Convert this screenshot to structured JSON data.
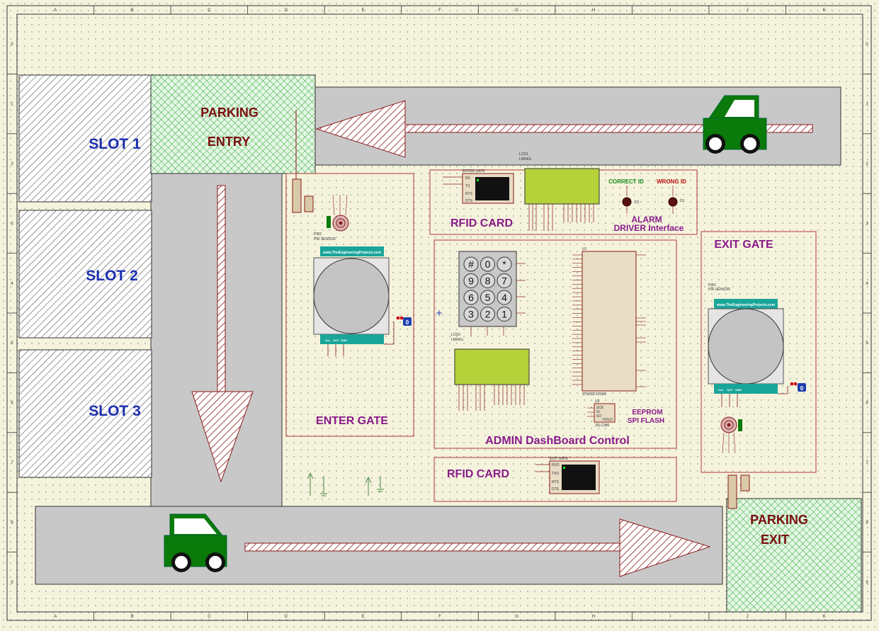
{
  "frame": {
    "columns": [
      "A",
      "B",
      "C",
      "D",
      "E",
      "F",
      "G",
      "H",
      "I",
      "J",
      "K"
    ],
    "rows": [
      "0",
      "1",
      "2",
      "3",
      "4",
      "5",
      "6",
      "7",
      "8",
      "9"
    ]
  },
  "slots": [
    "SLOT 1",
    "SLOT 2",
    "SLOT 3"
  ],
  "parking_entry": {
    "line1": "PARKING",
    "line2": "ENTRY"
  },
  "parking_exit": {
    "line1": "PARKING",
    "line2": "EXIT"
  },
  "enter_gate_panel": {
    "title": "ENTER GATE",
    "pir_label": "PIR2",
    "pir_sub": "PIR SENSOR",
    "pir_pins": [
      "Vcc",
      "OUT",
      "GND"
    ],
    "url": "www.TheEngineeringProjects.com"
  },
  "exit_gate_panel": {
    "title": "EXIT GATE",
    "pir_label": "PIR1",
    "pir_sub": "PIR SENSOR",
    "pir_pins": [
      "Vcc",
      "OUT",
      "GND"
    ],
    "url": "www.TheEngineeringProjects.com"
  },
  "rfid_top": {
    "title": "RFID CARD",
    "module_label": "ENTER GATE",
    "pins": [
      "RX",
      "TX",
      "RTS",
      "DTS"
    ]
  },
  "rfid_bottom": {
    "title": "RFID CARD",
    "module_label": "EXIT GATE",
    "pins": [
      "RXD",
      "TXD",
      "RTS",
      "DTS"
    ]
  },
  "lcd1": {
    "label": "LCD1",
    "sub": "LM041L"
  },
  "lcd3": {
    "label": "LCD3",
    "sub": "LM041L"
  },
  "alarm": {
    "correct_label": "CORRECT ID",
    "wrong_label": "WRONG ID",
    "d2": "D2",
    "d1": "D1",
    "title1": "ALARM",
    "title2": "DRIVER Interface"
  },
  "keypad": {
    "keys": [
      "#",
      "0",
      "*",
      "9",
      "8",
      "7",
      "6",
      "5",
      "4",
      "3",
      "2",
      "1"
    ]
  },
  "admin": {
    "title": "ADMIN DashBoard Control",
    "mcu_label": "U1",
    "mcu_sub": "STM32F103R6"
  },
  "eeprom": {
    "label": "U3",
    "sub": "25LC080",
    "title1": "EEPROM",
    "title2": "SPI FLASH",
    "pins": [
      "SCK",
      "SI",
      "SO",
      "HOLD"
    ]
  },
  "colors": {
    "road": "#c8c8c8",
    "hatch": "#8b1a1a",
    "entry_green": "#1f9a1f",
    "car": "#0a7a0a",
    "label_blue": "#1c2fb0",
    "label_purple": "#8a1a8a",
    "label_red": "#7a1010",
    "wire": "#b33a3a"
  }
}
